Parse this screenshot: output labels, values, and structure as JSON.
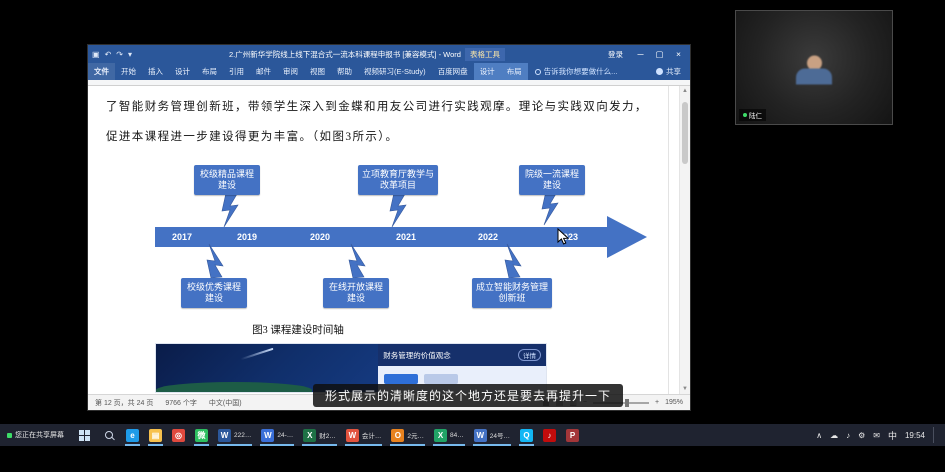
{
  "meeting": {
    "caption": "形式展示的清晰度的这个地方还是要去再提升一下",
    "participant": "陆仁"
  },
  "word": {
    "title": "2.广州新华学院线上线下混合式一流本科课程申报书 [兼容模式] - Word",
    "context_tool": "表格工具",
    "signin": "登录",
    "share_button": "共享",
    "tellme": "告诉我你想要做什么...",
    "icons": {
      "save": "▣",
      "undo": "↶",
      "redo": "↷",
      "dropdown": "▾",
      "minimize": "─",
      "maximize": "▢",
      "close": "×",
      "views": [
        "▦",
        "▤",
        "▥"
      ],
      "zoom_out": "−",
      "zoom_in": "+",
      "scroll_up": "▲",
      "scroll_down": "▼"
    },
    "tabs": [
      {
        "label": "文件",
        "kind": "file"
      },
      {
        "label": "开始"
      },
      {
        "label": "插入"
      },
      {
        "label": "设计"
      },
      {
        "label": "布局"
      },
      {
        "label": "引用"
      },
      {
        "label": "邮件"
      },
      {
        "label": "审阅"
      },
      {
        "label": "视图"
      },
      {
        "label": "帮助"
      },
      {
        "label": "视频研习(E-Study)"
      },
      {
        "label": "百度网盘"
      },
      {
        "label": "设计",
        "kind": "context"
      },
      {
        "label": "布局",
        "kind": "context"
      }
    ],
    "doc": {
      "line1": "了智能财务管理创新班，带领学生深入到金蝶和用友公司进行实践观摩。理论与实践双向发力，",
      "line2": "促进本课程进一步建设得更为丰富。（如图3所示）。",
      "caption": "图3 课程建设时间轴",
      "timeline": {
        "years": [
          "2017",
          "2019",
          "2020",
          "2021",
          "2022",
          "2023"
        ],
        "top": [
          "校级精品课程建设",
          "立项教育厅教学与改革项目",
          "院级一流课程建设"
        ],
        "bottom": [
          "校级优秀课程建设",
          "在线开放课程建设",
          "成立智能财务管理创新班"
        ]
      },
      "embed": {
        "title": "财务管理的价值观念",
        "detail": "详情"
      }
    },
    "status": {
      "page": "第 12 页，共 24 页",
      "words": "9766 个字",
      "lang": "中文(中国)",
      "zoom": "195%"
    }
  },
  "taskbar": {
    "share_banner": "您正在共享屏幕",
    "items": [
      {
        "name": "edge-browser",
        "glyph": "e",
        "color": "#1e9be8",
        "active": true
      },
      {
        "name": "file-explorer",
        "glyph": "▤",
        "color": "#f7c14d",
        "active": true
      },
      {
        "name": "chrome-browser",
        "glyph": "◎",
        "color": "#e0493e",
        "active": false
      },
      {
        "name": "wechat",
        "glyph": "微",
        "color": "#2dbe60",
        "active": true
      },
      {
        "name": "word-document",
        "glyph": "W",
        "color": "#2b579a",
        "active": true,
        "label": "222…"
      },
      {
        "name": "word-document",
        "glyph": "W",
        "color": "#3a6fd8",
        "active": true,
        "label": "24-…"
      },
      {
        "name": "excel-document",
        "glyph": "X",
        "color": "#1e7145",
        "active": true,
        "label": "财2…"
      },
      {
        "name": "wps-document",
        "glyph": "W",
        "color": "#e2533e",
        "active": true,
        "label": "会计…"
      },
      {
        "name": "orange-document",
        "glyph": "O",
        "color": "#e8821e",
        "active": true,
        "label": "2元…"
      },
      {
        "name": "excel-document",
        "glyph": "X",
        "color": "#21a366",
        "active": true,
        "label": "84…"
      },
      {
        "name": "word-document",
        "glyph": "W",
        "color": "#4472c4",
        "active": true,
        "label": "24号…"
      },
      {
        "name": "qq",
        "glyph": "Q",
        "color": "#12b7f5",
        "active": true
      },
      {
        "name": "music-app",
        "glyph": "♪",
        "color": "#c20c0c",
        "active": false
      },
      {
        "name": "pdf-reader",
        "glyph": "P",
        "color": "#a33639",
        "active": false
      }
    ],
    "tray": [
      {
        "name": "tray-expand-icon",
        "glyph": "∧"
      },
      {
        "name": "cloud-sync-icon",
        "glyph": "☁"
      },
      {
        "name": "volume-icon",
        "glyph": "♪"
      },
      {
        "name": "settings-tray-icon",
        "glyph": "⚙"
      },
      {
        "name": "mail-tray-icon",
        "glyph": "✉"
      }
    ],
    "input_indicator": "中",
    "time": "19:54"
  }
}
